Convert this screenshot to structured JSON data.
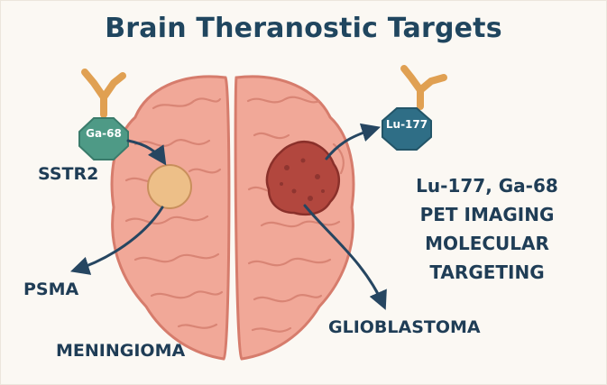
{
  "title": "Brain Theranostic Targets",
  "tracers": {
    "left": "Ga-68",
    "right": "Lu-177"
  },
  "labels": {
    "sstr2": "SSTR2",
    "psma": "PSMA",
    "meningioma": "MENINGIOMA",
    "glioblastoma": "GLIOBLASTOMA"
  },
  "info_lines": [
    "Lu-177, Ga-68",
    "PET IMAGING",
    "MOLECULAR",
    "TARGETING"
  ],
  "colors": {
    "title": "#20465f",
    "brain": "#f1a898",
    "brain_outline": "#d67c6c",
    "tumor": "#b2473e",
    "lesion": "#edbf88",
    "hex_green": "#4e9a86",
    "hex_blue": "#2f6e86",
    "antibody": "#e0a052",
    "arrow": "#264661"
  }
}
